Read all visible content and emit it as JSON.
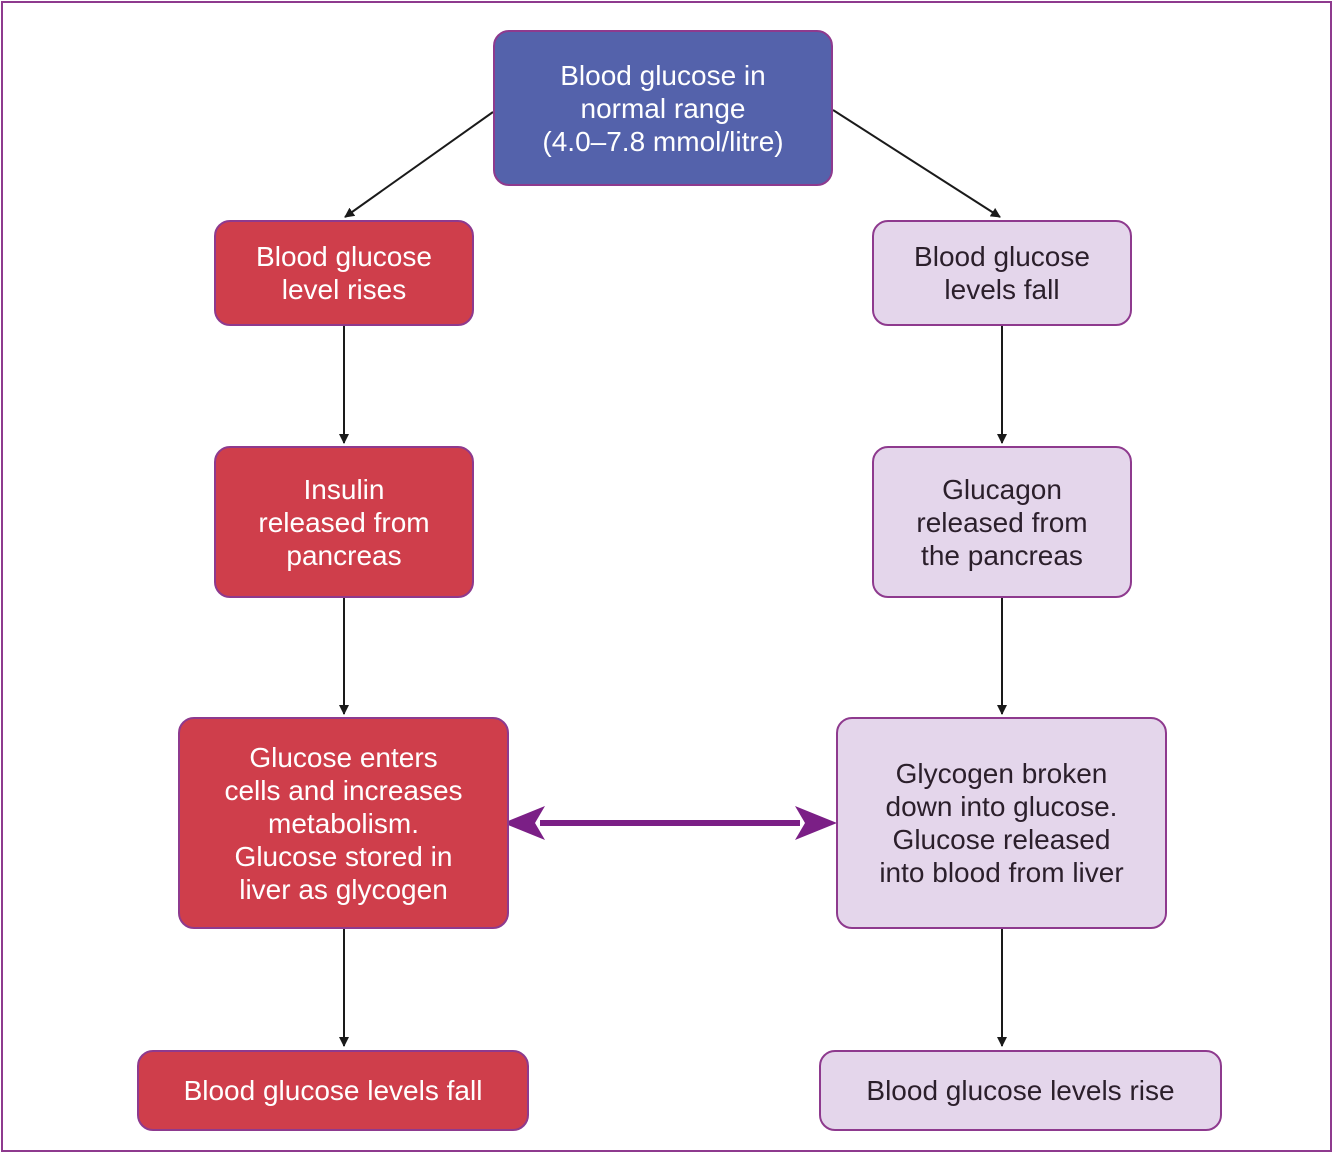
{
  "colors": {
    "top_box": "#5462ab",
    "rise_path_box": "#cf3e4b",
    "fall_path_box": "#e4d6eb",
    "border": "#8e3a8e",
    "double_arrow": "#7b1f86",
    "arrow": "#1a1a1a"
  },
  "nodes": {
    "normal_range": "Blood glucose in\nnormal range\n(4.0–7.8 mmol/litre)",
    "level_rises": "Blood glucose\nlevel rises",
    "insulin_released": "Insulin\nreleased from\npancreas",
    "glucose_enters_cells": "Glucose enters\ncells and increases\nmetabolism.\nGlucose stored in\nliver as glycogen",
    "levels_fall_result": "Blood glucose levels fall",
    "levels_fall": "Blood glucose\nlevels fall",
    "glucagon_released": "Glucagon\nreleased from\nthe pancreas",
    "glycogen_broken_down": "Glycogen broken\ndown into glucose.\nGlucose released\ninto blood from liver",
    "levels_rise_result": "Blood glucose levels rise"
  }
}
